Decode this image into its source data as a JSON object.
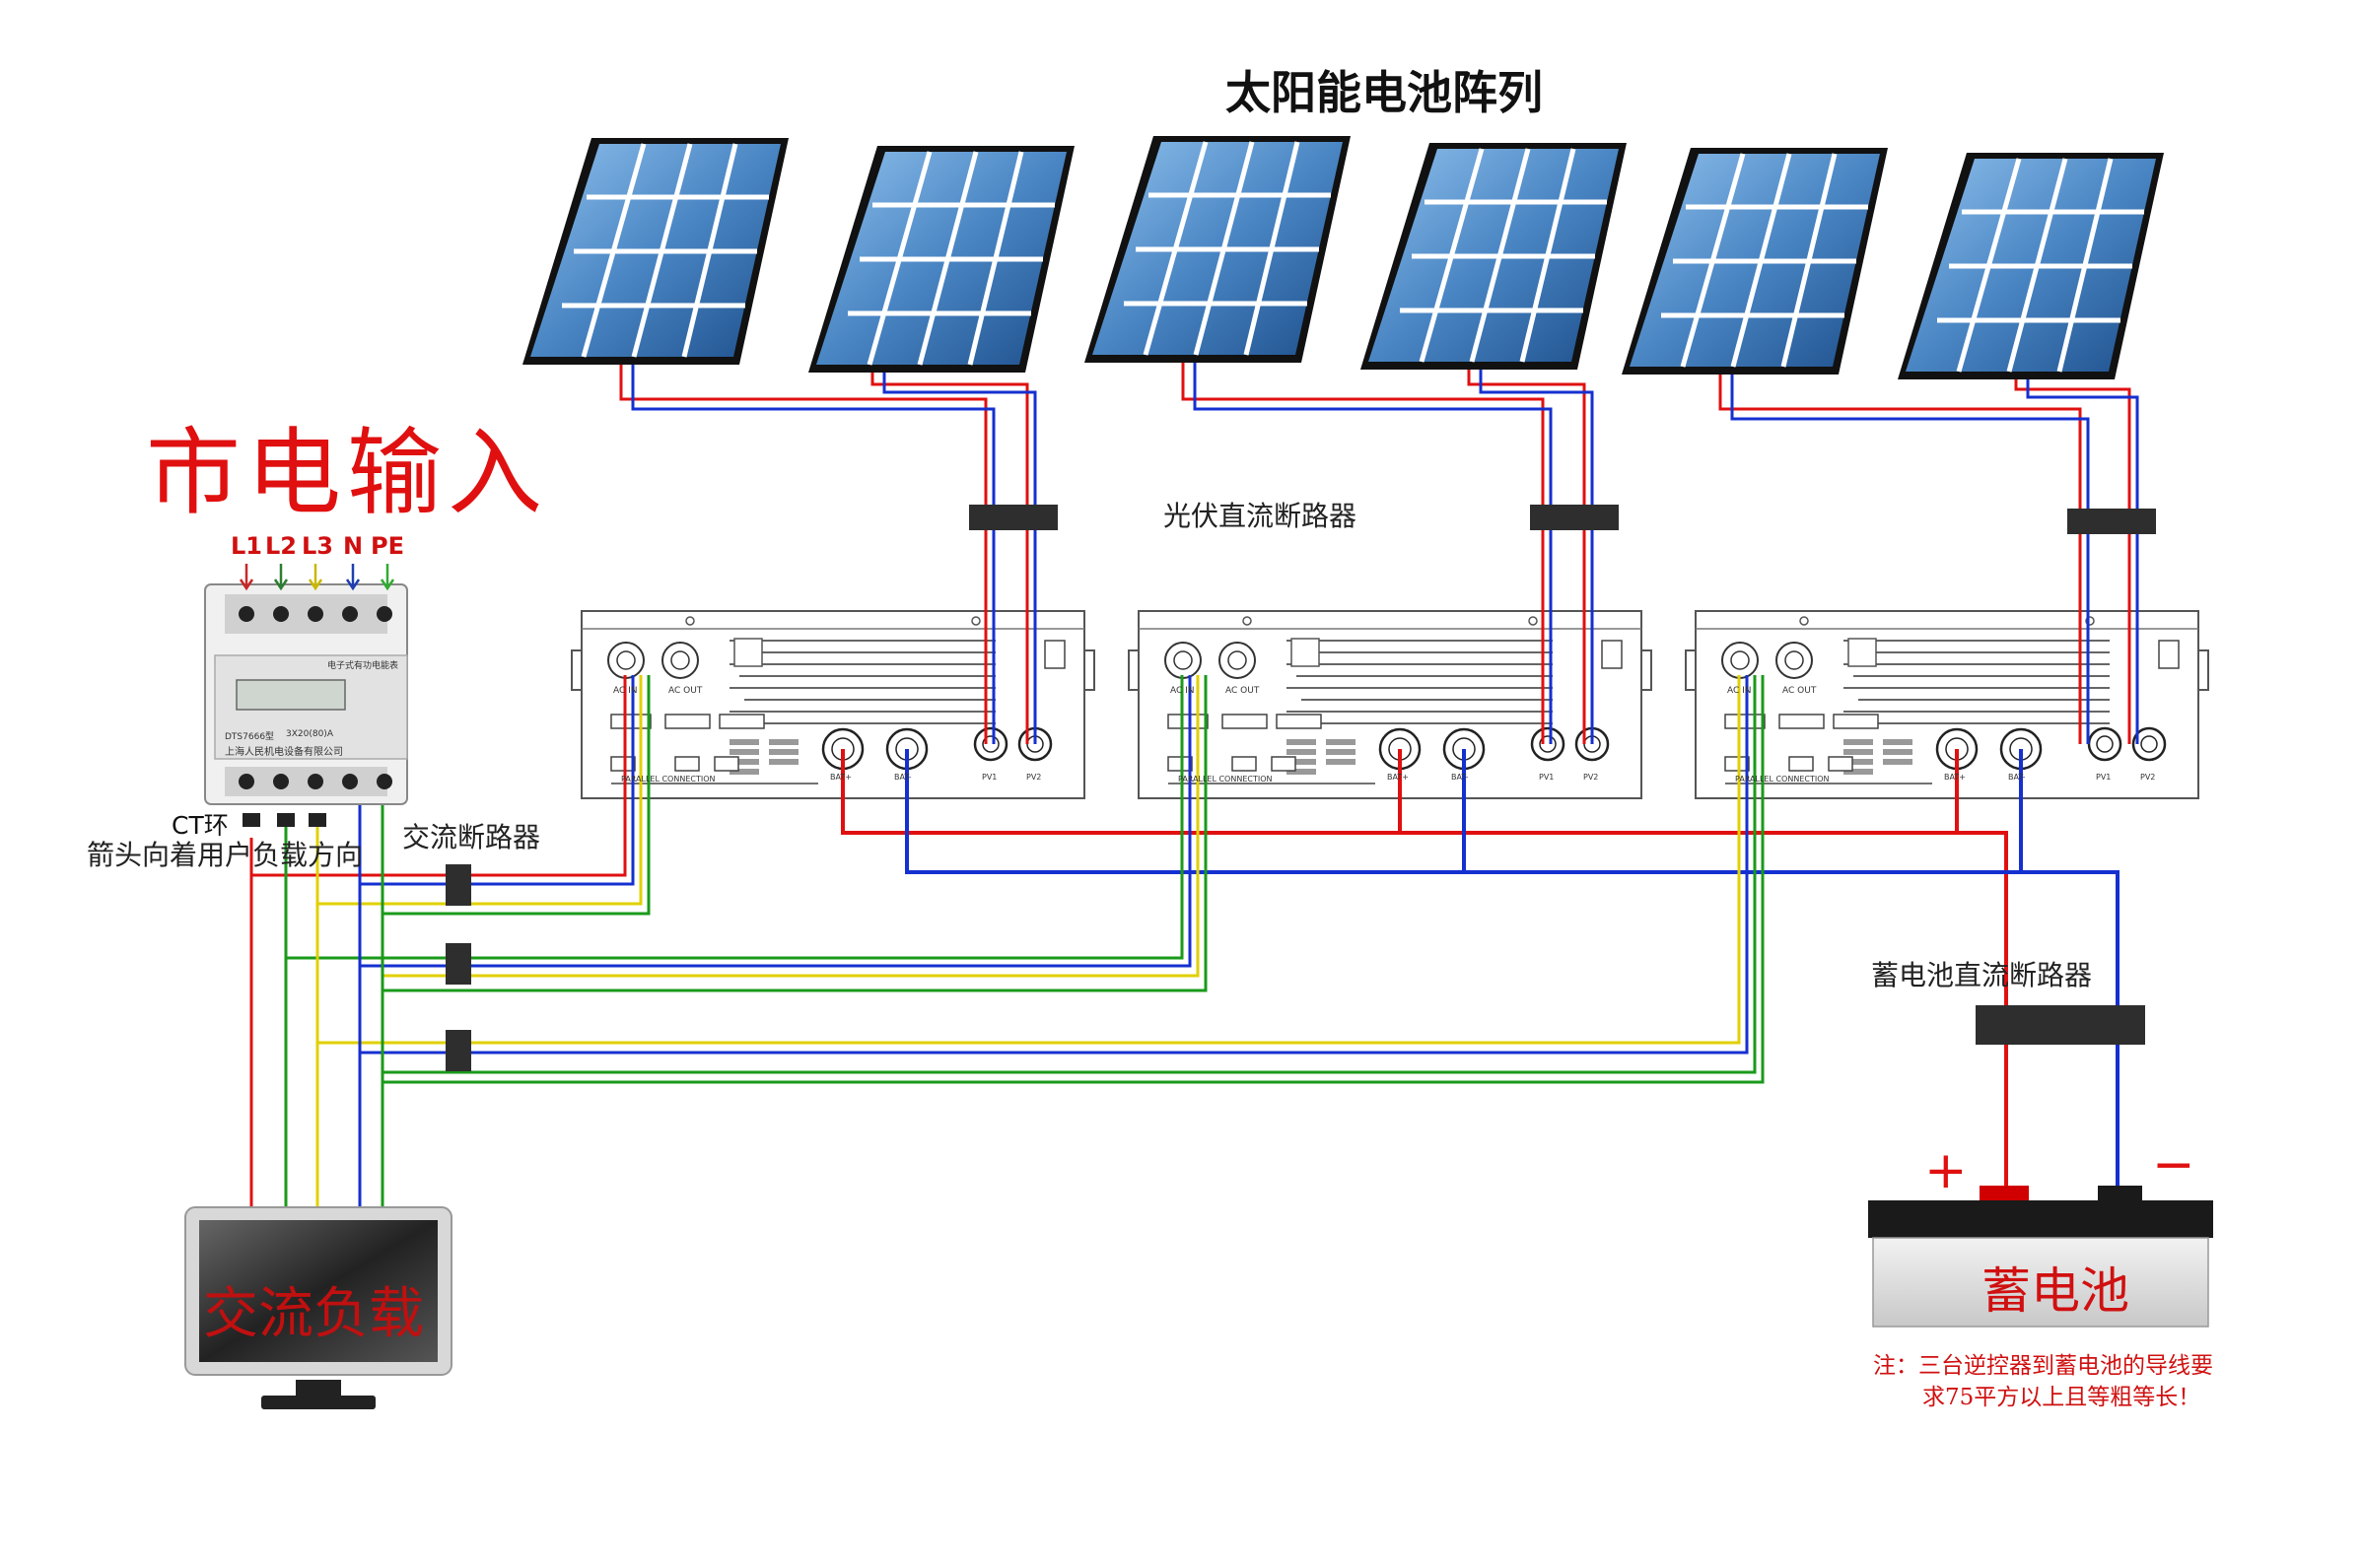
{
  "title": "太阳能电池阵列",
  "grid_input_label": "市电输入",
  "meter": {
    "terminals": [
      "L1",
      "L2",
      "L3",
      "N",
      "PE"
    ],
    "terminal_colors": [
      "#c62828",
      "#2e7d32",
      "#c9b800",
      "#1e3fb0",
      "#33aa33"
    ],
    "panel_title": "电子式有功电能表",
    "model": "DTS7666型",
    "rating": "3X20(80)A",
    "manufacturer": "上海人民机电设备有限公司"
  },
  "ct_label": "CT环",
  "ct_direction_note": "箭头向着用户负载方向",
  "ac_breaker_label": "交流断路器",
  "pv_breaker_label": "光伏直流断路器",
  "battery_breaker_label": "蓄电池直流断路器",
  "inverter": {
    "ac_in": "AC IN",
    "ac_out": "AC OUT",
    "parallel": "PARALLEL CONNECTION",
    "bat_plus": "BAT+",
    "bat_minus": "BAT-",
    "pv1": "PV1",
    "pv2": "PV2"
  },
  "load_label": "交流负载",
  "battery_label": "蓄电池",
  "battery_plus": "+",
  "battery_minus": "−",
  "note_line1": "注：三台逆控器到蓄电池的导线要",
  "note_line2": "求75平方以上且等粗等长！",
  "colors": {
    "red": "#e01010",
    "blue": "#1530d0",
    "green": "#1a9a1a",
    "yellow": "#e0d000",
    "breaker": "#2e2e2e",
    "panel_cell": "#4a86c4"
  }
}
